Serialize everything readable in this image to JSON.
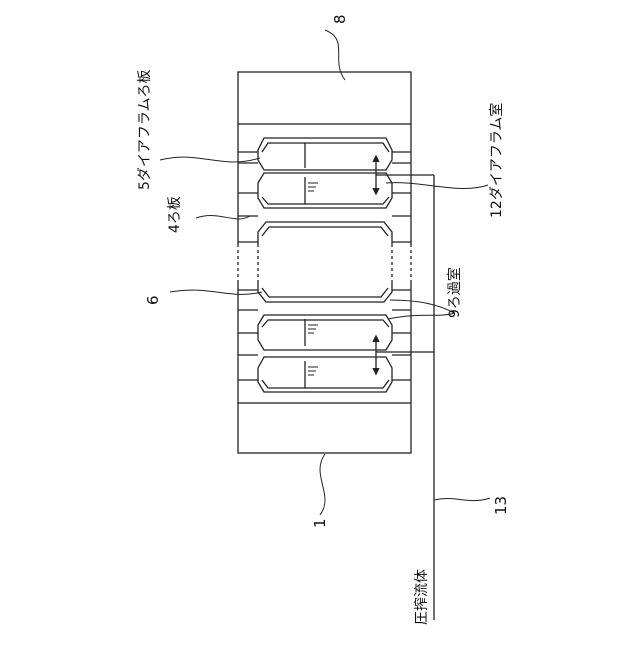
{
  "labels": {
    "diaphragm_filter_plate": "5ダイアフラムろ板",
    "diaphragm_chamber": "12ダイアフラム室",
    "filter_plate": "4ろ板",
    "filter_chamber": "9ろ過室",
    "ref_6": "6",
    "ref_8": "8",
    "ref_1": "1",
    "ref_13": "13",
    "pressing_fluid": "圧搾流体"
  }
}
